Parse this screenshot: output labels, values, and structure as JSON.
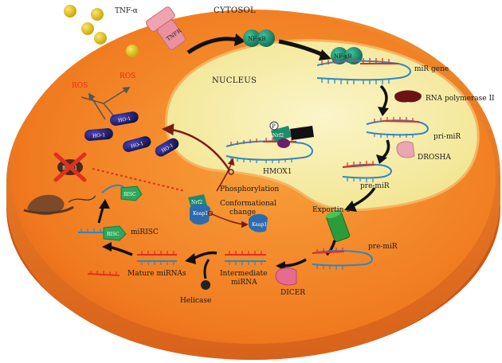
{
  "labels": {
    "tnf_alpha": "TNF-α",
    "tnfr": "TNFR",
    "cytosol": "CYTOSOL",
    "nucleus": "NUCLEUS",
    "nfkb_cyto": "NF-κB",
    "nfkb_nuc": "NF-κB",
    "mir_gene": "miR gene",
    "rna_pol": "RNA polymerase II",
    "pri_mir": "pri-miR",
    "drosha": "DROSHA",
    "pre_mir_nuc": "pre-miR",
    "exportin": "Exportin 5",
    "pre_mir_cyto": "pre-miR",
    "dicer": "DICER",
    "intermediate_1": "Intermediate",
    "intermediate_2": "miRNA",
    "helicase": "Helicase",
    "mature": "Mature miRNAs",
    "misc": "miRISC",
    "risc_1": "RISC",
    "risc_2": "RISC",
    "bach1": "Bach1",
    "ros_1": "ROS",
    "ros_2": "ROS",
    "ho1_a": "HO-1",
    "ho1_b": "HO-1",
    "ho1_c": "HO-1",
    "ho1_d": "HO-1",
    "hmox1": "HMOX1",
    "phosphorylation": "Phosphorylation",
    "conformational_1": "Conformational",
    "conformational_2": "change",
    "nrf2": "Nrf2",
    "keap1": "Keap1",
    "keap1_free": "Keap1",
    "p": "P",
    "nrf2_nuc": "Nrf2"
  },
  "colors": {
    "cell_outer": "#f07a1f",
    "cell_inner": "#f59a3a",
    "nucleus": "#f7eeae",
    "nfkb": "#1f8a6e",
    "ho1": "#24206e",
    "tnf": "#e5c51e",
    "tnfr": "#e9919e",
    "rna_red": "#e0301e",
    "rna_blue": "#2f86c4",
    "brown": "#7a4a2a",
    "drosha": "#e9a6b3",
    "dicer": "#e86a8e",
    "exportin": "#2d9b3a",
    "risc": "#2ba85a",
    "dark_red_arrow": "#7a1c14"
  }
}
